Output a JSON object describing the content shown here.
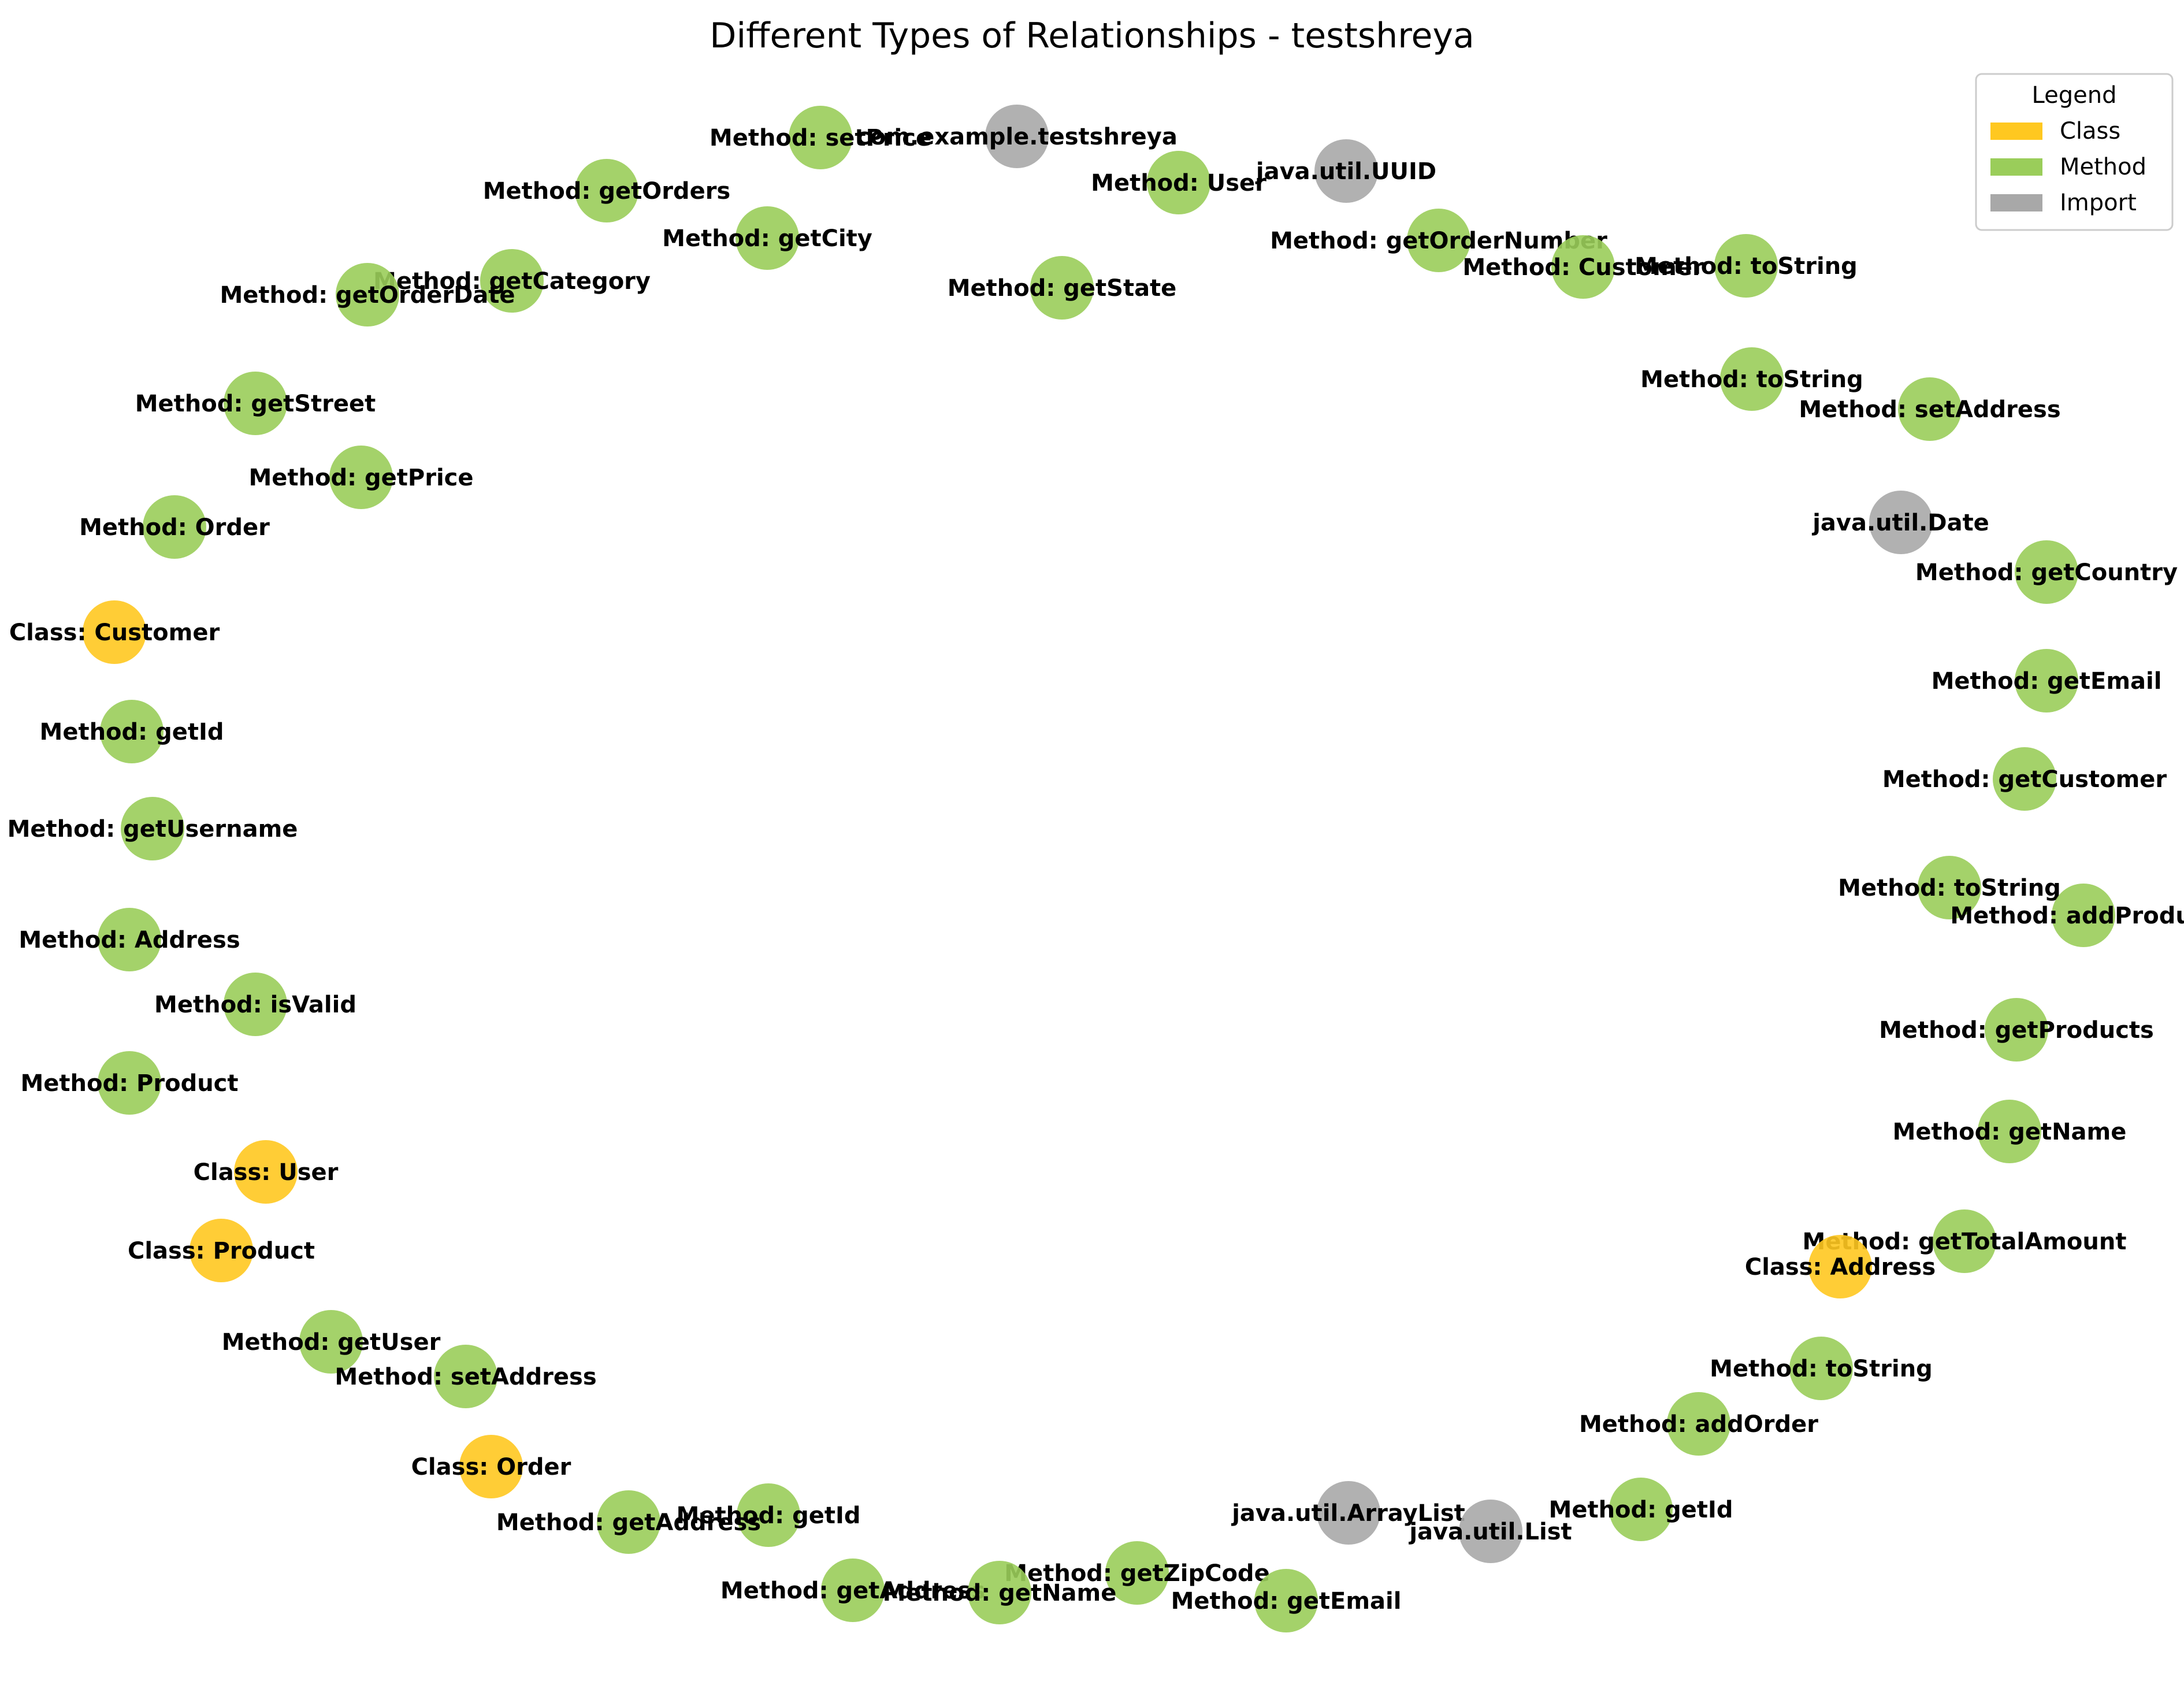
{
  "title": "Different Types of Relationships - testshreya",
  "legend": {
    "title": "Legend",
    "items": [
      {
        "label": "Class",
        "color": "#FFC820"
      },
      {
        "label": "Method",
        "color": "#9ACD5A"
      },
      {
        "label": "Import",
        "color": "#A8A8A8"
      }
    ]
  },
  "colors": {
    "Class": "#FFC820",
    "Method": "#9ACD5A",
    "Import": "#A8A8A8"
  },
  "nodes": [
    {
      "label": "Method: setPrice",
      "type": "Method"
    },
    {
      "label": "com.example.testshreya",
      "type": "Import"
    },
    {
      "label": "java.util.UUID",
      "type": "Import"
    },
    {
      "label": "Method: User",
      "type": "Method"
    },
    {
      "label": "Method: getOrders",
      "type": "Method"
    },
    {
      "label": "Method: getCity",
      "type": "Method"
    },
    {
      "label": "Method: getState",
      "type": "Method"
    },
    {
      "label": "Method: getOrderNumber",
      "type": "Method"
    },
    {
      "label": "Method: Customer",
      "type": "Method"
    },
    {
      "label": "Method: toString",
      "type": "Method"
    },
    {
      "label": "Method: getCategory",
      "type": "Method"
    },
    {
      "label": "Method: getOrderDate",
      "type": "Method"
    },
    {
      "label": "Method: getStreet",
      "type": "Method"
    },
    {
      "label": "Method: toString",
      "type": "Method"
    },
    {
      "label": "Method: setAddress",
      "type": "Method"
    },
    {
      "label": "Method: getPrice",
      "type": "Method"
    },
    {
      "label": "Method: Order",
      "type": "Method"
    },
    {
      "label": "java.util.Date",
      "type": "Import"
    },
    {
      "label": "Method: getCountry",
      "type": "Method"
    },
    {
      "label": "Class: Customer",
      "type": "Class"
    },
    {
      "label": "Method: getEmail",
      "type": "Method"
    },
    {
      "label": "Method: getId",
      "type": "Method"
    },
    {
      "label": "Method: getCustomer",
      "type": "Method"
    },
    {
      "label": "Method: getUsername",
      "type": "Method"
    },
    {
      "label": "Method: toString",
      "type": "Method"
    },
    {
      "label": "Method: addProduct",
      "type": "Method"
    },
    {
      "label": "Method: Address",
      "type": "Method"
    },
    {
      "label": "Method: isValid",
      "type": "Method"
    },
    {
      "label": "Method: getProducts",
      "type": "Method"
    },
    {
      "label": "Method: Product",
      "type": "Method"
    },
    {
      "label": "Method: getName",
      "type": "Method"
    },
    {
      "label": "Class: User",
      "type": "Class"
    },
    {
      "label": "Class: Product",
      "type": "Class"
    },
    {
      "label": "Method: getTotalAmount",
      "type": "Method"
    },
    {
      "label": "Class: Address",
      "type": "Class"
    },
    {
      "label": "Method: getUser",
      "type": "Method"
    },
    {
      "label": "Method: setAddress",
      "type": "Method"
    },
    {
      "label": "Method: toString",
      "type": "Method"
    },
    {
      "label": "Method: addOrder",
      "type": "Method"
    },
    {
      "label": "Class: Order",
      "type": "Class"
    },
    {
      "label": "java.util.ArrayList",
      "type": "Import"
    },
    {
      "label": "Method: getId",
      "type": "Method"
    },
    {
      "label": "Method: getAddress",
      "type": "Method"
    },
    {
      "label": "Method: getId",
      "type": "Method"
    },
    {
      "label": "java.util.List",
      "type": "Import"
    },
    {
      "label": "Method: getZipCode",
      "type": "Method"
    },
    {
      "label": "Method: getAddress",
      "type": "Method"
    },
    {
      "label": "Method: getName",
      "type": "Method"
    },
    {
      "label": "Method: getEmail",
      "type": "Method"
    }
  ]
}
